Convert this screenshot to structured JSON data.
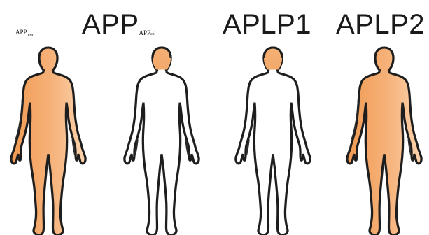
{
  "labels": {
    "app_tm": {
      "main": "APP",
      "sub": "TM"
    },
    "app": {
      "main": "APP",
      "sub": "APP",
      "subsub": "sol"
    },
    "aplp1": "APLP1",
    "aplp2": "APLP2"
  },
  "figures": [
    {
      "name": "app-tm-body",
      "fill": "full",
      "color": "#f3a15f"
    },
    {
      "name": "app-body",
      "fill": "head",
      "color": "#f3a15f"
    },
    {
      "name": "aplp1-body",
      "fill": "head",
      "color": "#f3a15f"
    },
    {
      "name": "aplp2-body",
      "fill": "full",
      "color": "#f3a15f"
    }
  ],
  "colors": {
    "highlight": "#f3a15f",
    "highlight_light": "#fbd3ad",
    "outline": "#1e1e1e"
  }
}
